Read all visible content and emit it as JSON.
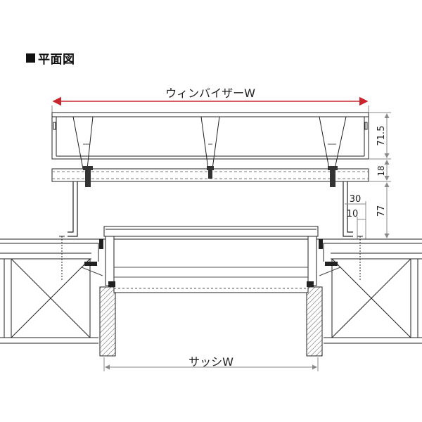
{
  "title": "平面図",
  "dims": {
    "visor_width": "ウィンバイザーW",
    "sash_width": "サッシW",
    "d_71_5": "71.5",
    "d_18": "18",
    "d_30": "30",
    "d_10": "10",
    "d_77": "77"
  },
  "colors": {
    "red_dim": "#c8262c",
    "gray_dim": "#8a8a8a",
    "line": "#222222",
    "hatch": "#555555",
    "fill_light": "#efefef"
  }
}
